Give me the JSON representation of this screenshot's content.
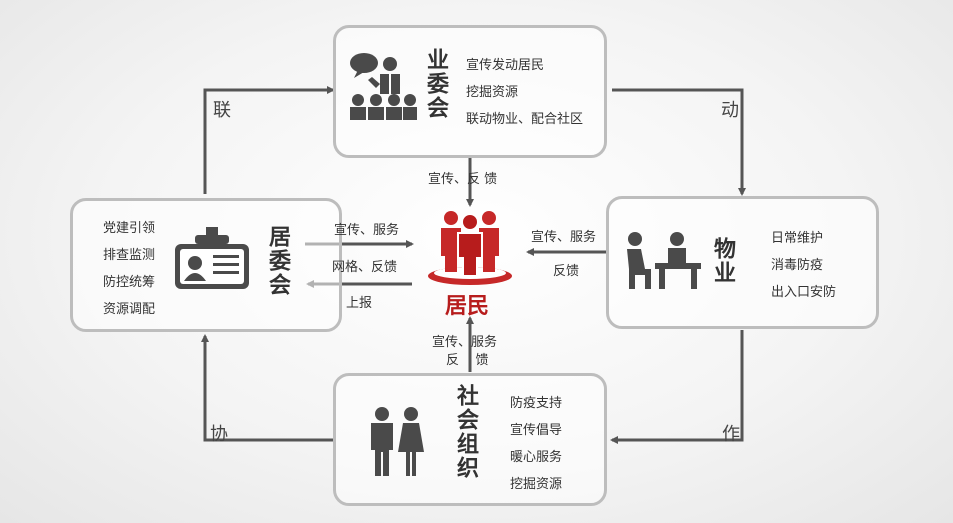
{
  "top_node": {
    "title": "业委会",
    "items": [
      "宣传发动居民",
      "挖掘资源",
      "联动物业、配合社区"
    ]
  },
  "left_node": {
    "title": "居委会",
    "items": [
      "党建引领",
      "排查监测",
      "防控统筹",
      "资源调配"
    ]
  },
  "right_node": {
    "title": "物业",
    "items": [
      "日常维护",
      "消毒防疫",
      "出入口安防"
    ]
  },
  "bottom_node": {
    "title": "社会组织",
    "items": [
      "防疫支持",
      "宣传倡导",
      "暖心服务",
      "挖掘资源"
    ]
  },
  "center": {
    "title": "居民"
  },
  "edges": {
    "top_to_center": "宣传、反 馈",
    "left_to_center": "宣传、服务",
    "left_grid": "网格、反馈",
    "center_to_left": "上报",
    "right_to_center": "宣传、服务",
    "center_to_right": "反馈",
    "bottom_to_center_1": "宣传、服务",
    "bottom_to_center_2": "反    馈"
  },
  "outer": {
    "c1": "联",
    "c2": "动",
    "c3": "协",
    "c4": "作"
  },
  "colors": {
    "accent": "#c62828",
    "icon": "#4a4a4a",
    "line": "#555555",
    "border": "#bdbdbd"
  }
}
